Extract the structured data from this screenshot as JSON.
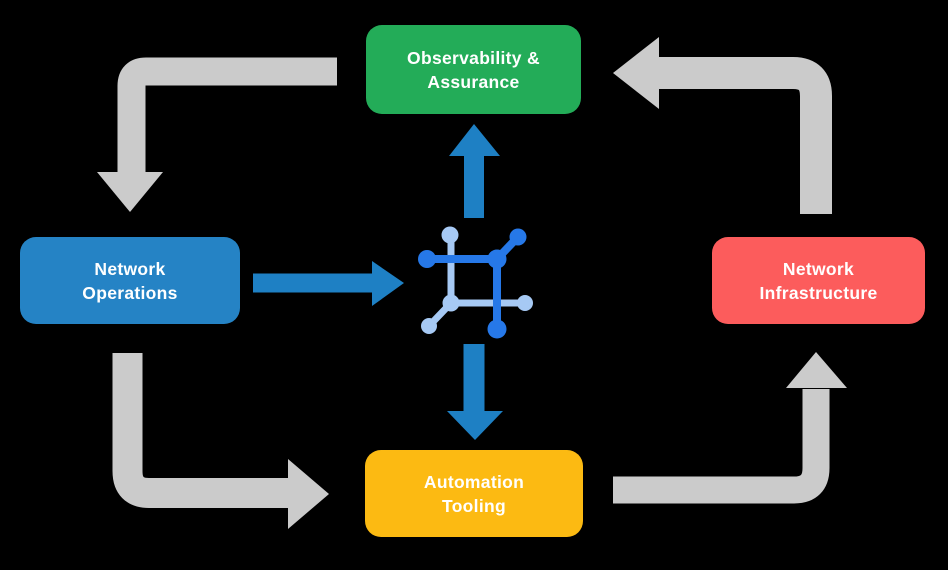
{
  "canvas": {
    "background": "#000000"
  },
  "colors": {
    "cycle_arrow": "#CBCBCB",
    "flow_arrow": "#1E80C4",
    "icon_dark": "#2678E8",
    "icon_light": "#A6C9F4",
    "label_text": "#FFFFFF"
  },
  "diagram": {
    "nodes": [
      {
        "id": "observability-assurance",
        "label": "Observability &\nAssurance",
        "color": "#23AC58"
      },
      {
        "id": "network-operations",
        "label": "Network\nOperations",
        "color": "#2583C5"
      },
      {
        "id": "network-infrastructure",
        "label": "Network\nInfrastructure",
        "color": "#FC5C5C"
      },
      {
        "id": "automation-tooling",
        "label": "Automation\nTooling",
        "color": "#FCBA12"
      }
    ],
    "center_icon": "network-fabric-icon",
    "edges": [
      {
        "from": "observability-assurance",
        "to": "network-operations",
        "style": "gray-elbow"
      },
      {
        "from": "network-operations",
        "to": "automation-tooling",
        "style": "gray-elbow"
      },
      {
        "from": "automation-tooling",
        "to": "network-infrastructure",
        "style": "gray-elbow"
      },
      {
        "from": "network-infrastructure",
        "to": "observability-assurance",
        "style": "gray-elbow"
      },
      {
        "from": "network-operations",
        "to": "center-icon",
        "style": "blue-straight"
      },
      {
        "from": "center-icon",
        "to": "observability-assurance",
        "style": "blue-straight"
      },
      {
        "from": "center-icon",
        "to": "automation-tooling",
        "style": "blue-straight"
      }
    ]
  }
}
